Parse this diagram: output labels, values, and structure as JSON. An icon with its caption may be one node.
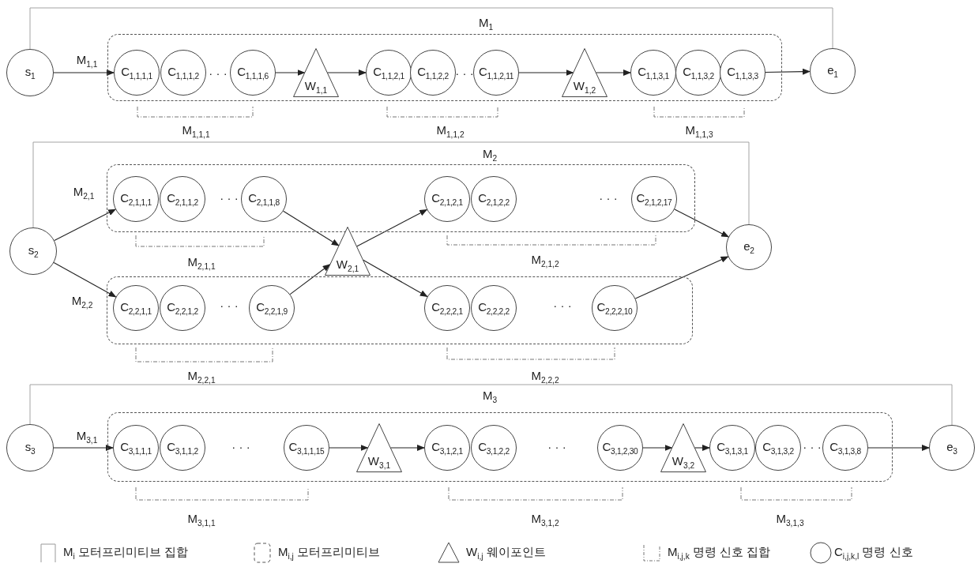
{
  "diagram": {
    "nodes": [
      {
        "text": [
          "s$_{1}$"
        ]
      },
      {
        "text": [],
        "shape": "box"
      },
      {
        "text": [
          "C$_{1,1,1,1}$"
        ],
        "in": 1
      },
      {
        "text": [
          "C$_{1,1,1,2}$"
        ],
        "in": 1
      },
      {
        "text": [
          "C$_{1,1,1,6}$"
        ],
        "in": 1
      },
      {
        "text": [
          "W$_{1,1}$"
        ],
        "in": 1
      },
      {
        "text": [
          "C$_{1,1,2,1}$"
        ],
        "in": 1
      },
      {
        "text": [
          "C$_{1,1,2,2}$"
        ],
        "in": 1
      },
      {
        "text": [
          "C$_{1,1,2,11}$"
        ],
        "in": 1
      },
      {
        "text": [
          "W$_{1,2}$"
        ],
        "in": 1
      },
      {
        "text": [
          "C$_{1,1,3,1}$"
        ],
        "in": 1
      },
      {
        "text": [
          "C$_{1,1,3,2}$"
        ],
        "in": 1
      },
      {
        "text": [
          "C$_{1,1,3,3}$"
        ],
        "in": 1
      },
      {
        "text": [
          "e$_{1}$"
        ]
      },
      {
        "text": [
          "s$_{2}$"
        ]
      },
      {
        "text": [],
        "shape": "box"
      },
      {
        "text": [
          "C$_{2,1,1,1}$"
        ],
        "in": 15
      },
      {
        "text": [
          "C$_{2,1,1,2}$"
        ],
        "in": 15
      },
      {
        "text": [
          "C$_{2,1,1,8}$"
        ],
        "in": 15
      },
      {
        "text": [
          "C$_{2,1,2,1}$"
        ],
        "in": 15
      },
      {
        "text": [
          "C$_{2,1,2,2}$"
        ],
        "in": 15
      },
      {
        "text": [
          "C$_{2,1,2,17}$"
        ],
        "in": 15
      },
      {
        "text": [
          "W$_{2,1}$"
        ]
      },
      {
        "text": [],
        "shape": "box"
      },
      {
        "text": [
          "C$_{2,2,1,1}$"
        ],
        "in": 23
      },
      {
        "text": [
          "C$_{2,2,1,2}$"
        ],
        "in": 23
      },
      {
        "text": [
          "C$_{2,2,1,9}$"
        ],
        "in": 23
      },
      {
        "text": [
          "C$_{2,2,2,1}$"
        ],
        "in": 23
      },
      {
        "text": [
          "C$_{2,2,2,2}$"
        ],
        "in": 23
      },
      {
        "text": [
          "C$_{2,2,2,10}$"
        ],
        "in": 23
      },
      {
        "text": [
          "e$_{2}$"
        ]
      },
      {
        "text": [
          "s$_{3}$"
        ]
      },
      {
        "text": [],
        "shape": "box"
      },
      {
        "text": [
          "C$_{3,1,1,1}$"
        ],
        "in": 32
      },
      {
        "text": [
          "C$_{3,1,1,2}$"
        ],
        "in": 32
      },
      {
        "text": [
          "C$_{3,1,1,15}$"
        ],
        "in": 32
      },
      {
        "text": [
          "W$_{3,1}$"
        ],
        "in": 32
      },
      {
        "text": [
          "C$_{3,1,2,1}$"
        ],
        "in": 32
      },
      {
        "text": [
          "C$_{3,1,2,2}$"
        ],
        "in": 32
      },
      {
        "text": [
          "C$_{3,1,2,30}$"
        ],
        "in": 32
      },
      {
        "text": [
          "W$_{3,2}$"
        ],
        "in": 32
      },
      {
        "text": [
          "C$_{3,1,3,1}$"
        ],
        "in": 32
      },
      {
        "text": [
          "C$_{3,1,3,2}$"
        ],
        "in": 32
      },
      {
        "text": [
          "C$_{3,1,3,8}$"
        ],
        "in": 32
      },
      {
        "text": [
          "e$_{3}$"
        ]
      }
    ],
    "edges": [
      {
        "from": 0,
        "to": 2,
        "arrow": "to",
        "label": "M$_{1,1}$"
      },
      {
        "from": 4,
        "to": 5,
        "arrow": "to"
      },
      {
        "from": 5,
        "to": 6,
        "arrow": "to"
      },
      {
        "from": 8,
        "to": 9,
        "arrow": "to"
      },
      {
        "from": 9,
        "to": 10,
        "arrow": "to"
      },
      {
        "from": 12,
        "to": 13,
        "arrow": "to"
      },
      {
        "from": 0,
        "to": 13,
        "arrow": "none",
        "label": "M$_{1}$",
        "color": "#999999"
      },
      {
        "from": 14,
        "to": 16,
        "arrow": "to",
        "label": "M$_{2,1}$"
      },
      {
        "from": 14,
        "to": 24,
        "arrow": "to",
        "label": "M$_{2,2}$"
      },
      {
        "from": 18,
        "to": 22,
        "arrow": "to"
      },
      {
        "from": 26,
        "to": 22,
        "arrow": "to"
      },
      {
        "from": 22,
        "to": 19,
        "arrow": "to"
      },
      {
        "from": 22,
        "to": 27,
        "arrow": "to"
      },
      {
        "from": 21,
        "to": 30,
        "arrow": "to"
      },
      {
        "from": 29,
        "to": 30,
        "arrow": "to"
      },
      {
        "from": 14,
        "to": 30,
        "arrow": "none",
        "label": "M$_{2}$",
        "color": "#999999"
      },
      {
        "from": 31,
        "to": 33,
        "arrow": "to",
        "label": "M$_{3,1}$"
      },
      {
        "from": 35,
        "to": 36,
        "arrow": "to"
      },
      {
        "from": 36,
        "to": 37,
        "arrow": "to"
      },
      {
        "from": 39,
        "to": 40,
        "arrow": "to"
      },
      {
        "from": 40,
        "to": 41,
        "arrow": "to"
      },
      {
        "from": 43,
        "to": 44,
        "arrow": "to"
      },
      {
        "from": 31,
        "to": 44,
        "arrow": "none",
        "label": "M$_{3}$",
        "color": "#999999"
      }
    ],
    "labels": [
      "· · ·",
      "· · ·",
      "M$_{1,1,1}$",
      "M$_{1,1,2}$",
      "M$_{1,1,3}$",
      "· · ·",
      "· · ·",
      "M$_{2,1,1}$",
      "M$_{2,1,2}$",
      "· · ·",
      "· · ·",
      "M$_{2,2,1}$",
      "M$_{2,2,2}$",
      "· · ·",
      "· · ·",
      "· · ·",
      "M$_{3,1,1}$",
      "M$_{3,1,2}$",
      "M$_{3,1,3}$"
    ],
    "legend": [
      {
        "text": "M$_{i}$ 모터프리미티브 집합"
      },
      {
        "text": "M$_{i,j}$ 모터프리미티브"
      },
      {
        "text": "W$_{i,j}$ 웨이포인트"
      },
      {
        "text": "M$_{i,j,k}$ 명령 신호 집합"
      },
      {
        "text": "C$_{i,j,k,l}$ 명령 신호"
      }
    ]
  }
}
